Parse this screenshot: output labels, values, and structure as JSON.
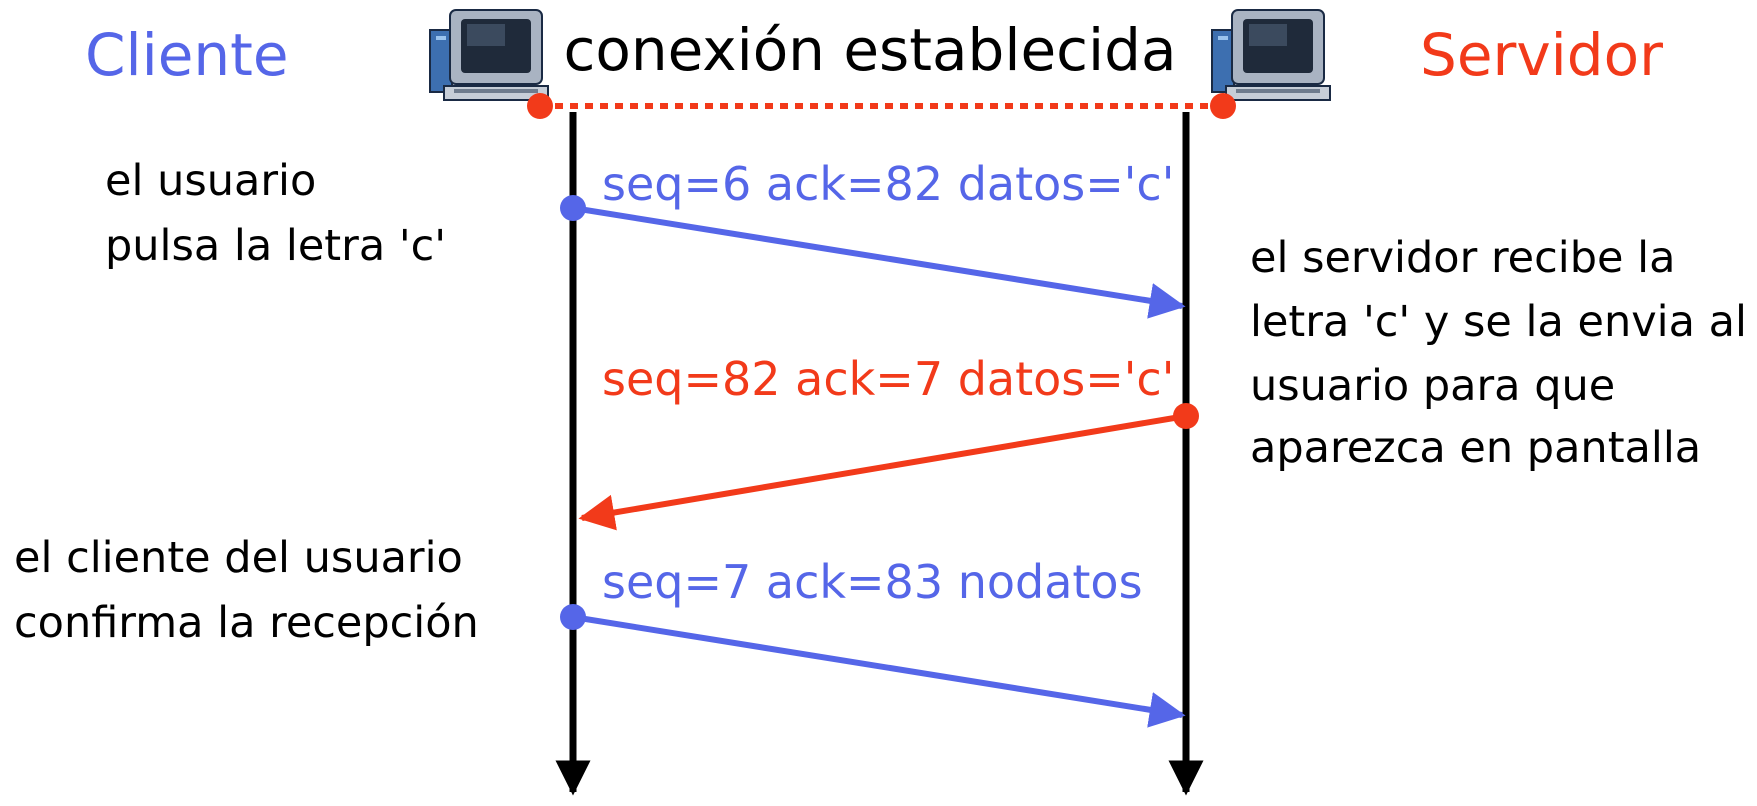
{
  "colors": {
    "client": "#5566E8",
    "server": "#F23A1A",
    "timeline": "#000000",
    "text": "#000000"
  },
  "header": {
    "client_title": "Cliente",
    "server_title": "Servidor",
    "connection_label": "conexión establecida",
    "client_icon": "desktop-computer-icon",
    "server_icon": "desktop-computer-icon"
  },
  "messages": [
    {
      "label": "seq=6 ack=82 datos='c'",
      "from": "client",
      "to": "server"
    },
    {
      "label": "seq=82 ack=7 datos='c'",
      "from": "server",
      "to": "client"
    },
    {
      "label": "seq=7 ack=83 nodatos",
      "from": "client",
      "to": "server"
    }
  ],
  "notes": {
    "client_keypress": [
      "el usuario",
      "pulsa la letra 'c'"
    ],
    "server_echo": [
      "el servidor recibe la",
      "letra 'c' y se la envia al",
      "usuario para que",
      "aparezca en pantalla"
    ],
    "client_ack": [
      "el cliente del usuario",
      "confirma la recepción"
    ]
  }
}
